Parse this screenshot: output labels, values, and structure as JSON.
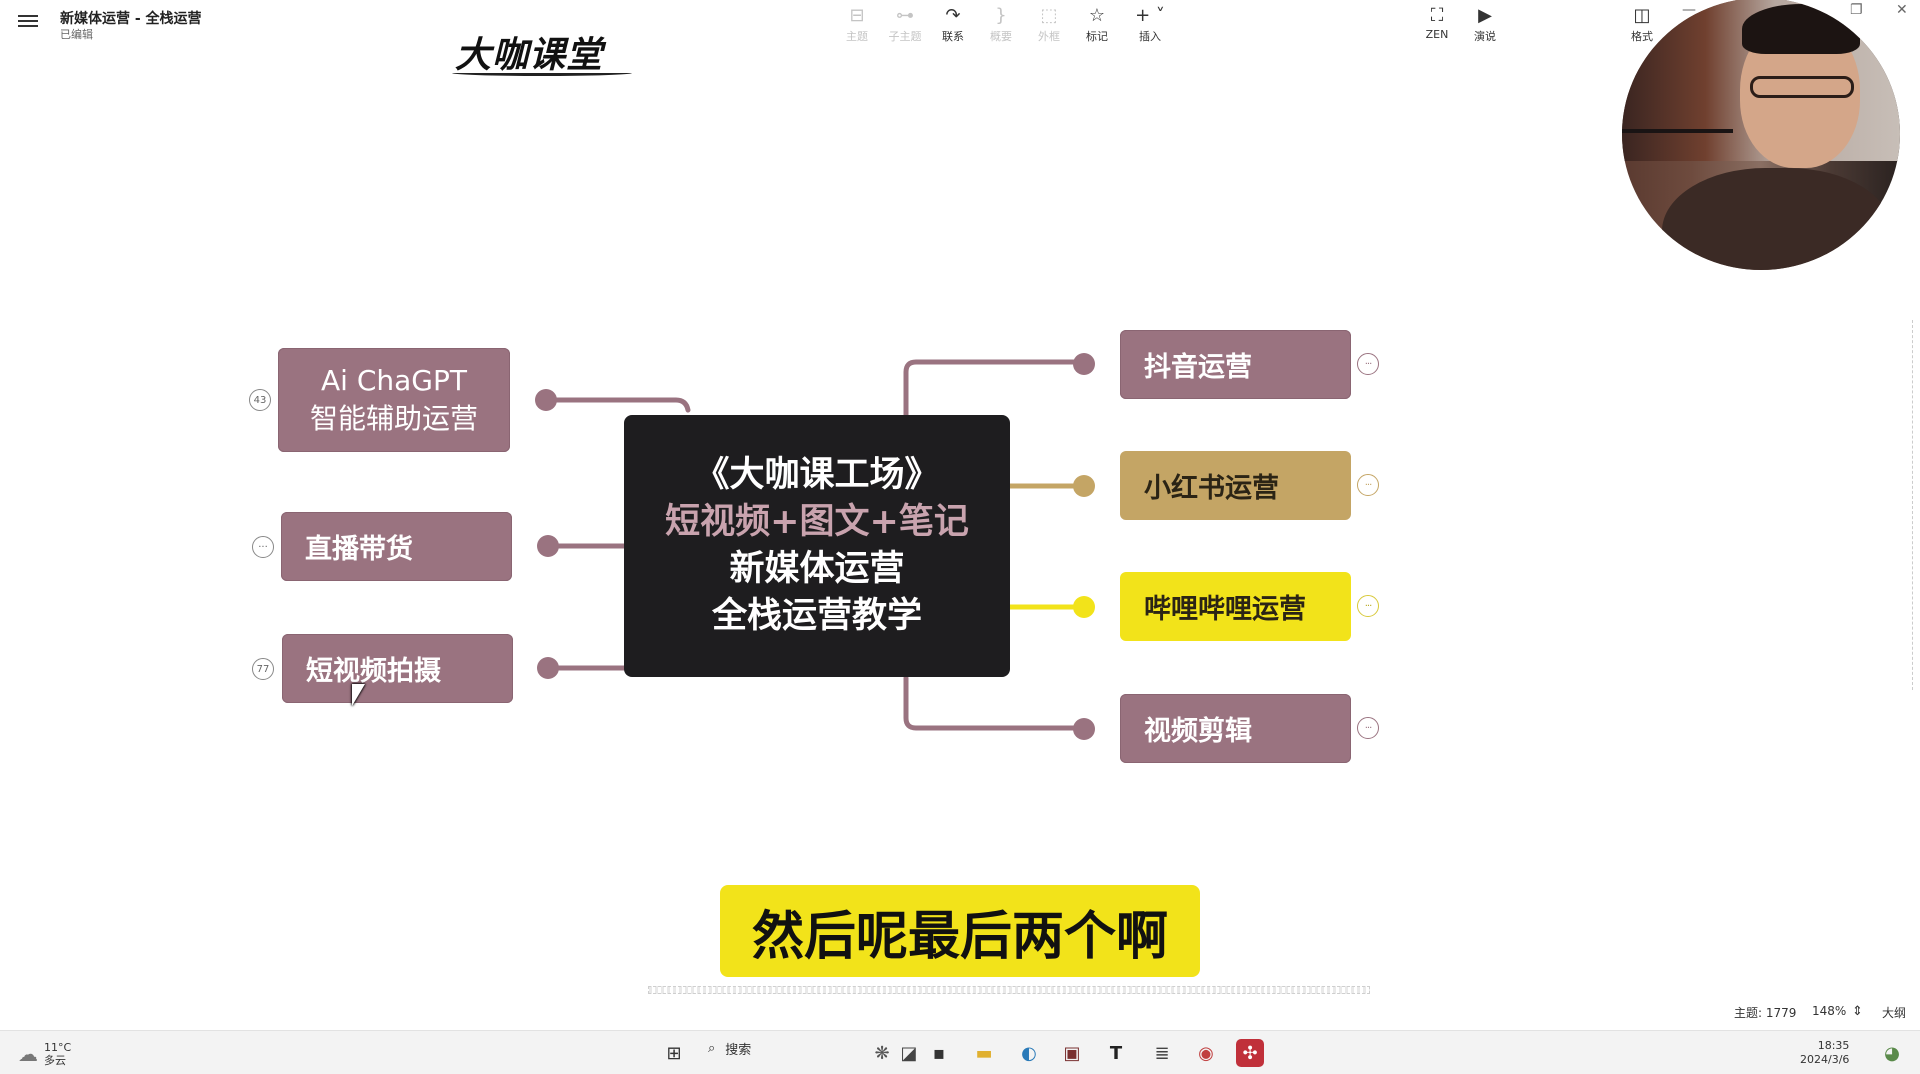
{
  "app": {
    "doc_title": "新媒体运营 - 全栈运营",
    "doc_status": "已编辑",
    "logo_text": "大咖课堂"
  },
  "toolbar": {
    "items": [
      {
        "label": "主题",
        "icon": "topic-icon",
        "enabled": false
      },
      {
        "label": "子主题",
        "icon": "subtopic-icon",
        "enabled": false
      },
      {
        "label": "联系",
        "icon": "relationship-icon",
        "enabled": true
      },
      {
        "label": "概要",
        "icon": "summary-icon",
        "enabled": false
      },
      {
        "label": "外框",
        "icon": "boundary-icon",
        "enabled": false
      },
      {
        "label": "标记",
        "icon": "star-icon",
        "enabled": true
      },
      {
        "label": "插入",
        "icon": "plus-icon",
        "enabled": true
      }
    ],
    "right_items": [
      {
        "label": "ZEN",
        "icon": "zen-icon"
      },
      {
        "label": "演说",
        "icon": "pitch-icon"
      },
      {
        "label": "格式",
        "icon": "format-panel-icon"
      }
    ]
  },
  "mindmap": {
    "center": {
      "line1": "《大咖课工场》",
      "line2": "短视频+图文+笔记",
      "line3": "新媒体运营",
      "line4": "全栈运营教学"
    },
    "left": [
      {
        "line1": "Ai ChaGPT",
        "line2": "智能辅助运营",
        "badge": "43"
      },
      {
        "label": "直播带货",
        "badge": "···"
      },
      {
        "label": "短视频拍摄",
        "badge": "77"
      }
    ],
    "right": [
      {
        "label": "抖音运营",
        "style": "purple"
      },
      {
        "label": "小红书运营",
        "style": "gold"
      },
      {
        "label": "哔哩哔哩运营",
        "style": "yellow"
      },
      {
        "label": "视频剪辑",
        "style": "purple"
      }
    ],
    "more_symbol": "···"
  },
  "subtitle": "然后呢最后两个啊",
  "statusbar": {
    "topics": "主题: 1779",
    "zoom": "148%",
    "outline": "大纲"
  },
  "taskbar": {
    "weather_temp": "11°C",
    "weather_desc": "多云",
    "search_label": "搜索",
    "time": "18:35",
    "date": "2024/3/6"
  },
  "colors": {
    "purple": "#9a7380",
    "gold": "#c4a565",
    "yellow": "#f2e31a",
    "center_bg": "#1e1d1f"
  }
}
